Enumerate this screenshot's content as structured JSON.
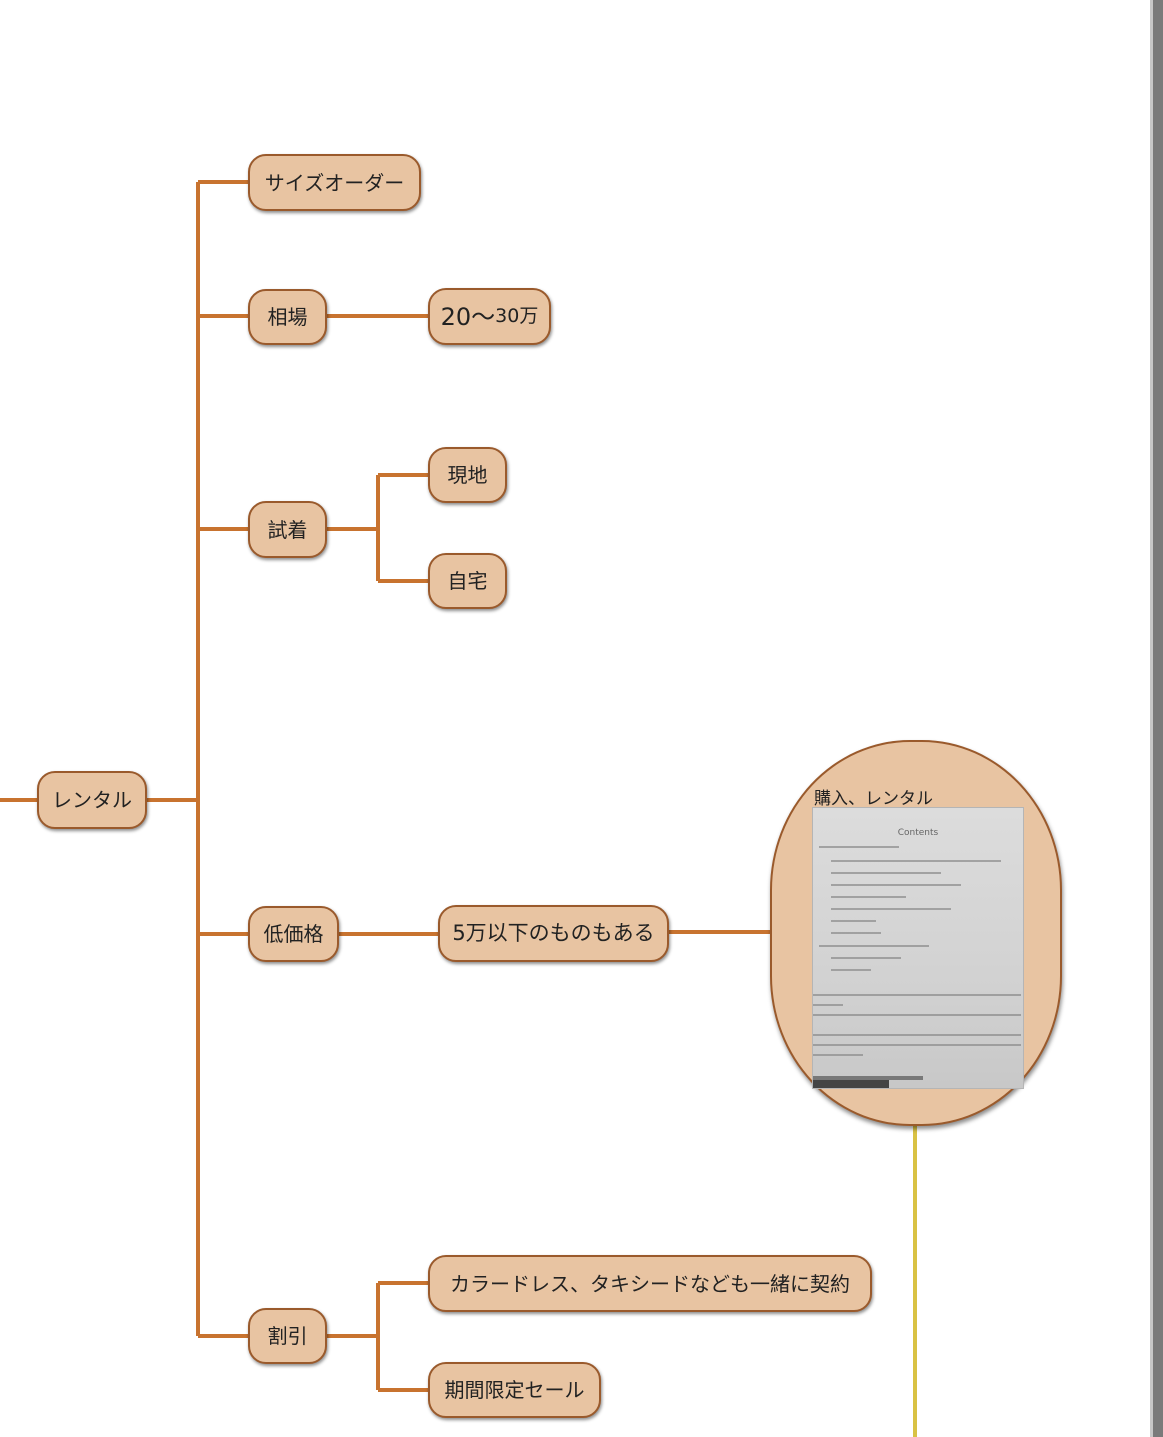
{
  "mindmap": {
    "root": "レンタル",
    "branches": [
      {
        "label": "サイズオーダー"
      },
      {
        "label": "相場",
        "children": [
          {
            "main": "20〜",
            "small": "30万"
          }
        ]
      },
      {
        "label": "試着",
        "children": [
          "現地",
          "自宅"
        ]
      },
      {
        "label": "低価格",
        "children": [
          "5万以下のものもある"
        ]
      },
      {
        "label": "割引",
        "children": [
          "カラードレス、タキシードなども一緒に契約",
          "期間限定セール"
        ]
      }
    ],
    "attachment": {
      "title": "購入、レンタル",
      "image_heading": "Contents"
    }
  },
  "colors": {
    "node_fill": "#e8c4a2",
    "node_border": "#9a5a2c",
    "connector": "#c8732f",
    "attachment_line": "#d9c244"
  }
}
